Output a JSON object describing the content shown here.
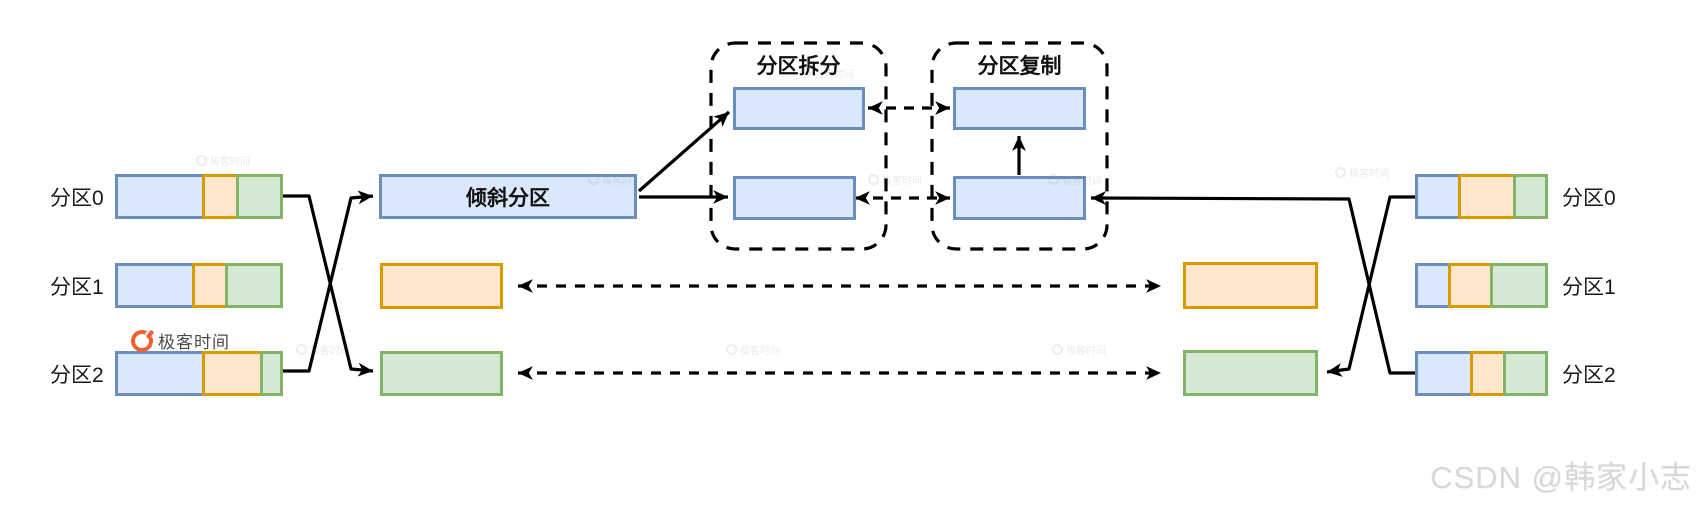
{
  "colors": {
    "blue_fill": "#dae8fc",
    "blue_stroke": "#6c8ebf",
    "orange_fill": "#ffe6cc",
    "orange_stroke": "#d79b00",
    "green_fill": "#d5e8d4",
    "green_stroke": "#82b366",
    "line": "#000000",
    "csdn_watermark": "#d8d8d8",
    "geektime_orange": "#f2602e"
  },
  "left_partitions": [
    {
      "label": "分区0",
      "segments": [
        {
          "c": "blue",
          "w": 90
        },
        {
          "c": "orange",
          "w": 37
        },
        {
          "c": "green",
          "w": 47
        }
      ]
    },
    {
      "label": "分区1",
      "segments": [
        {
          "c": "blue",
          "w": 80
        },
        {
          "c": "orange",
          "w": 36
        },
        {
          "c": "green",
          "w": 58
        }
      ]
    },
    {
      "label": "分区2",
      "segments": [
        {
          "c": "blue",
          "w": 90
        },
        {
          "c": "orange",
          "w": 61
        },
        {
          "c": "green",
          "w": 23
        }
      ]
    }
  ],
  "right_partitions": [
    {
      "label": "分区0",
      "segments": [
        {
          "c": "blue",
          "w": 46
        },
        {
          "c": "orange",
          "w": 58
        },
        {
          "c": "green",
          "w": 35
        }
      ]
    },
    {
      "label": "分区1",
      "segments": [
        {
          "c": "blue",
          "w": 36
        },
        {
          "c": "orange",
          "w": 45
        },
        {
          "c": "green",
          "w": 58
        }
      ]
    },
    {
      "label": "分区2",
      "segments": [
        {
          "c": "blue",
          "w": 58
        },
        {
          "c": "orange",
          "w": 36
        },
        {
          "c": "green",
          "w": 45
        }
      ]
    }
  ],
  "skewed_partition": {
    "label": "倾斜分区"
  },
  "groups": {
    "split": {
      "label": "分区拆分"
    },
    "replicate": {
      "label": "分区复制"
    }
  },
  "logo": {
    "text": "极客时间"
  },
  "watermarks": {
    "csdn": "CSDN @韩家小志",
    "geektime": "极客时间"
  }
}
